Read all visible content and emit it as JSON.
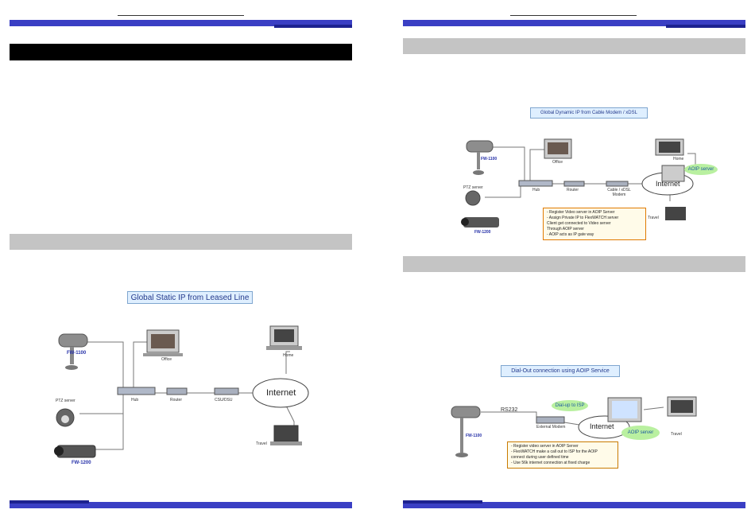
{
  "left_page": {
    "diagram": {
      "title": "Global Static IP from Leased Line",
      "devices": {
        "camera1": "FW-1100",
        "ptz": "PTZ server",
        "camera2": "FW-1200",
        "hub": "Hub",
        "router": "Router",
        "csu": "CSU/DSU",
        "internet": "Internet",
        "office": "Office",
        "home": "Home",
        "travel": "Travel"
      }
    }
  },
  "right_page": {
    "diagram_top": {
      "title": "Global Dynamic IP from Cable Modem / xDSL",
      "devices": {
        "camera1": "FW-1100",
        "ptz": "PTZ server",
        "camera2": "FW-1200",
        "hub": "Hub",
        "router": "Router",
        "modem": "Cable / xDSL Modem",
        "internet": "Internet",
        "server": "AOIP server",
        "office": "Office",
        "home": "Home",
        "travel": "Travel"
      },
      "notes": [
        "- Register Video server in AOIP Server",
        "- Assign Private IP to FlexWATCH server",
        "  Client get connected to Video server",
        "  Through AOIP server",
        "- AOIP acts as IP gate way"
      ]
    },
    "diagram_bottom": {
      "title": "Dial-Out connection using AOIP Service",
      "devices": {
        "camera": "FW-1100",
        "rs232": "RS232",
        "modem": "External Modem",
        "dialup": "Dial-up to ISP",
        "internet": "Internet",
        "server": "AOIP server",
        "travel": "Travel"
      },
      "notes": [
        "- Register video server in AOIP Server",
        "- FlexWATCH make a call out to ISP for the AOIP",
        "  connect during user defined time",
        "- Use 56k internet connection at fixed charge"
      ]
    }
  }
}
